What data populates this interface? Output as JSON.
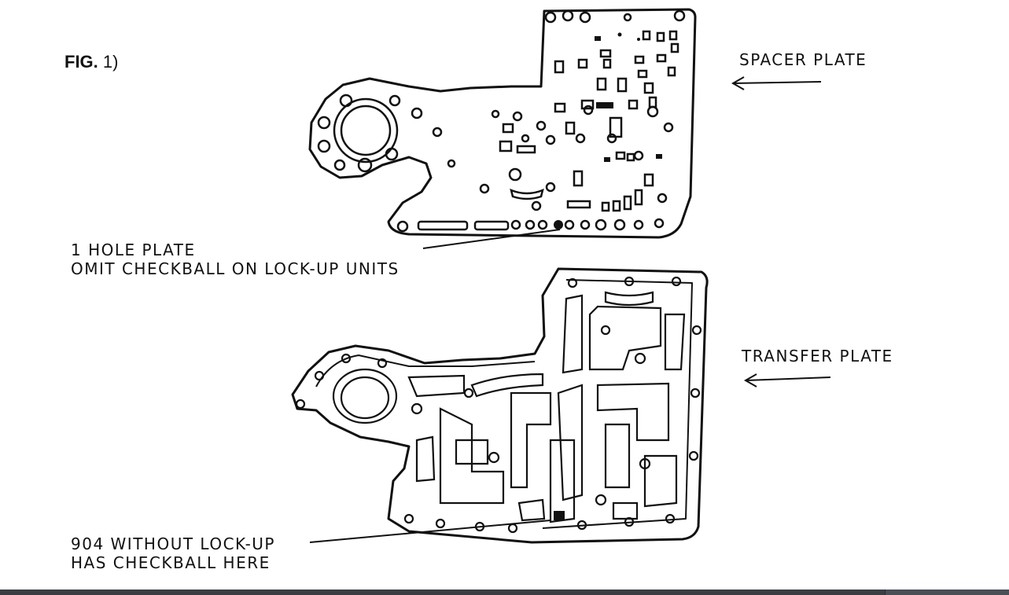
{
  "figure": {
    "bold": "FIG.",
    "number": "1)"
  },
  "labels": {
    "spacer": "SPACER PLATE",
    "transfer": "TRANSFER PLATE",
    "hole_line1": "1 HOLE PLATE",
    "hole_line2": "OMIT CHECKBALL ON LOCK-UP UNITS",
    "check_line1": "904 WITHOUT LOCK-UP",
    "check_line2": "HAS CHECKBALL HERE"
  },
  "colors": {
    "ink": "#111111",
    "paper": "#ffffff",
    "bar": "#3b3f44"
  }
}
